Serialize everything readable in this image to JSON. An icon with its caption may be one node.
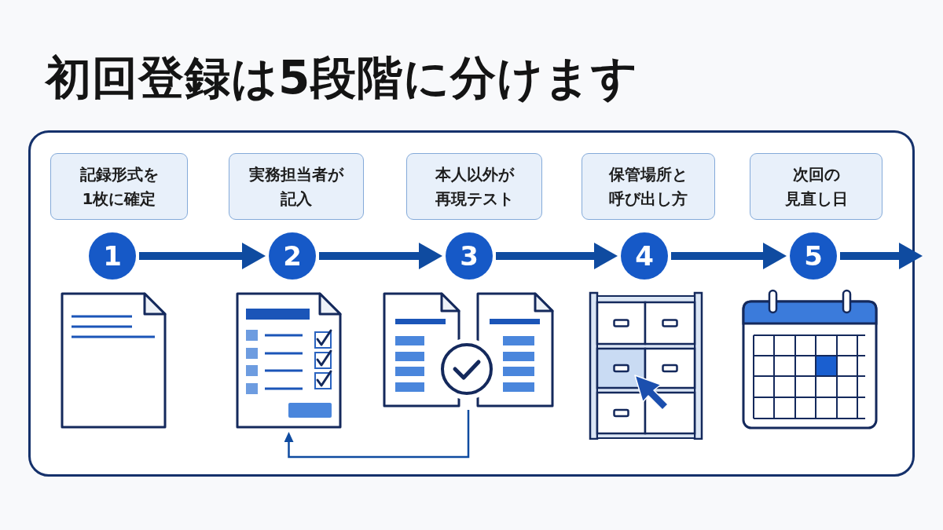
{
  "diagram": {
    "title": "初回登録は5段階に分けます",
    "nodes": [
      {
        "text": [],
        "shape": "box"
      },
      {
        "text": [
          "記録形式を1枚に確定"
        ],
        "in": 0
      },
      {
        "text": [
          "実務担当者が記入"
        ],
        "in": 0
      },
      {
        "text": [
          "本人以外が再現テスト"
        ],
        "in": 0
      },
      {
        "text": [
          "保管場所と呼び出し方"
        ],
        "in": 0
      },
      {
        "text": [
          "次回の見直し日"
        ],
        "in": 0
      },
      {
        "text": [
          "1"
        ],
        "in": 0
      },
      {
        "text": [
          "2"
        ],
        "in": 0
      },
      {
        "text": [
          "3"
        ],
        "in": 0
      },
      {
        "text": [
          "4"
        ],
        "in": 0
      },
      {
        "text": [
          "5"
        ],
        "in": 0
      },
      {
        "text": [],
        "shape": "picture",
        "in": 0
      },
      {
        "text": [],
        "shape": "picture",
        "in": 0
      },
      {
        "text": [],
        "shape": "picture",
        "in": 0
      },
      {
        "text": [],
        "shape": "picture",
        "in": 0
      },
      {
        "text": [],
        "shape": "picture",
        "in": 0
      }
    ],
    "edges": [
      {
        "from": 6,
        "to": 7,
        "arrow": "to"
      },
      {
        "from": 7,
        "to": 8,
        "arrow": "to"
      },
      {
        "from": 8,
        "to": 9,
        "arrow": "to"
      },
      {
        "from": 9,
        "to": 10,
        "arrow": "to"
      },
      {
        "from": 10,
        "to": null,
        "arrow": "to"
      },
      {
        "from": 13,
        "to": 12,
        "arrow": "to"
      }
    ]
  }
}
